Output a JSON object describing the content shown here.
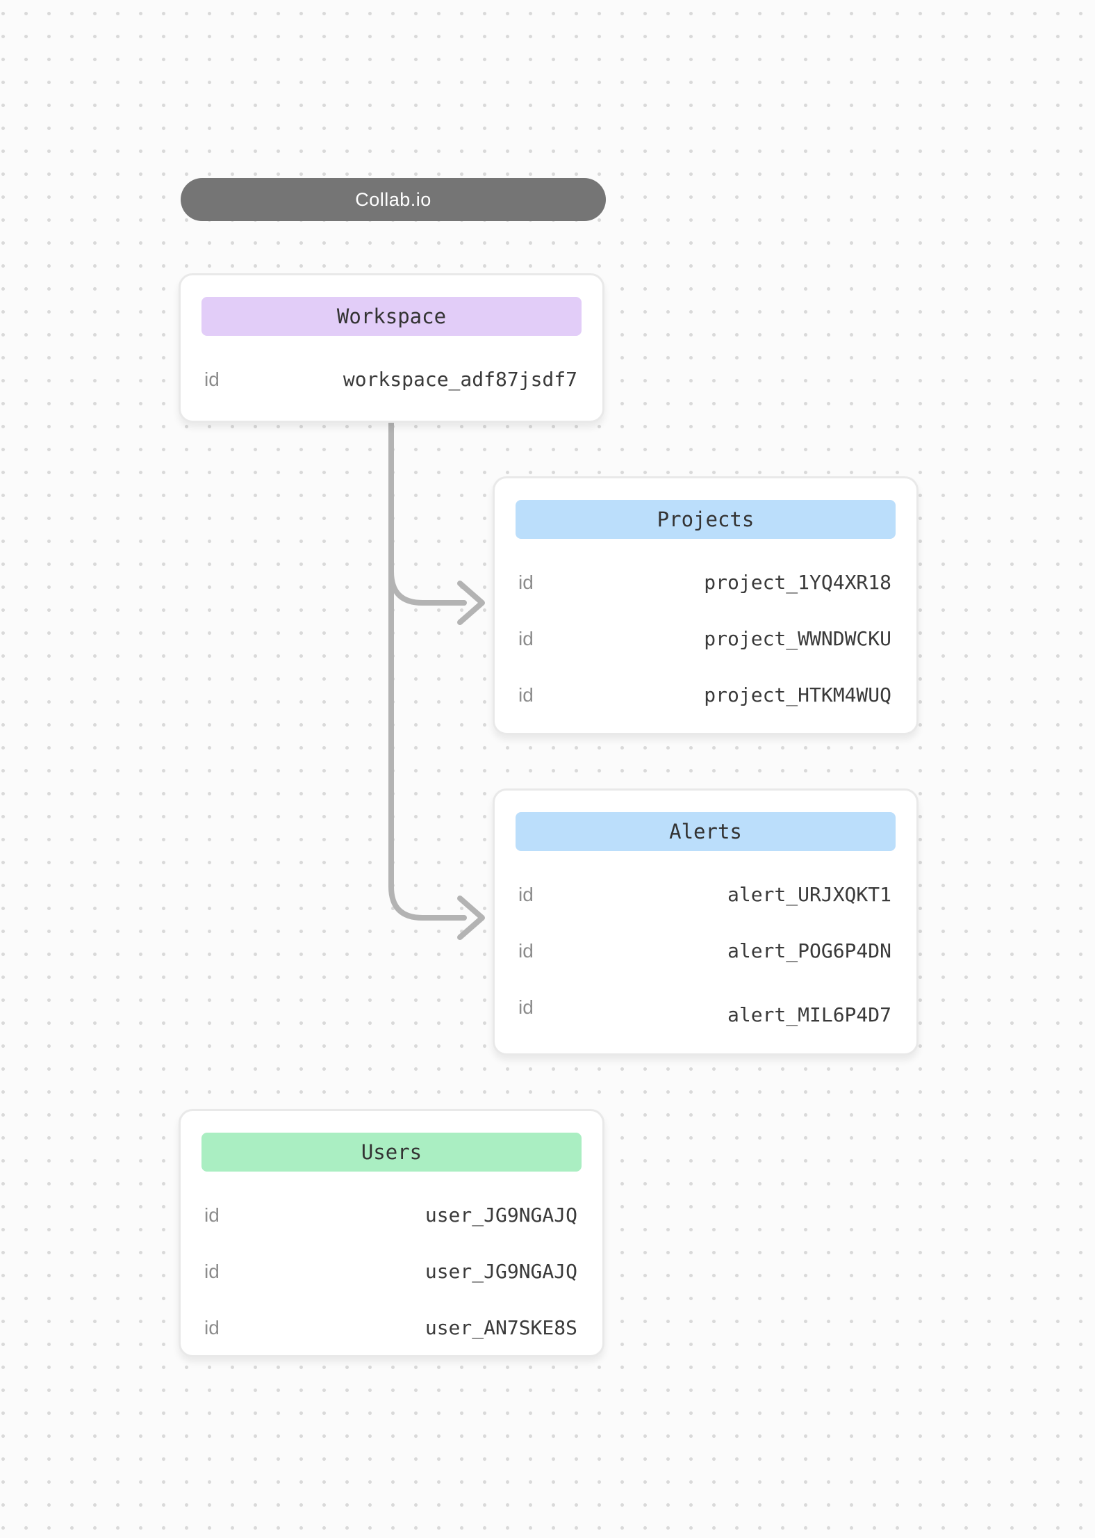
{
  "app": {
    "pill_label": "Collab.io",
    "pill_bg": "#757575"
  },
  "canvas": {
    "background": "#fbfbfb",
    "dot_color": "#d9d9d9",
    "connector_color": "#b3b3b3"
  },
  "cards": {
    "workspace": {
      "title": "Workspace",
      "header_bg": "#e2cdf8",
      "rows": [
        {
          "label": "id",
          "value": "workspace_adf87jsdf7"
        }
      ]
    },
    "projects": {
      "title": "Projects",
      "header_bg": "#bbdefb",
      "rows": [
        {
          "label": "id",
          "value": "project_1YQ4XR18"
        },
        {
          "label": "id",
          "value": "project_WWNDWCKU"
        },
        {
          "label": "id",
          "value": "project_HTKM4WUQ"
        }
      ]
    },
    "alerts": {
      "title": "Alerts",
      "header_bg": "#bbdefb",
      "rows": [
        {
          "label": "id",
          "value": "alert_URJXQKT1"
        },
        {
          "label": "id",
          "value": "alert_POG6P4DN"
        },
        {
          "label": "id",
          "value": "alert_MIL6P4D7"
        }
      ]
    },
    "users": {
      "title": "Users",
      "header_bg": "#aaeec2",
      "rows": [
        {
          "label": "id",
          "value": "user_JG9NGAJQ"
        },
        {
          "label": "id",
          "value": "user_JG9NGAJQ"
        },
        {
          "label": "id",
          "value": "user_AN7SKE8S"
        }
      ]
    }
  },
  "edges": [
    {
      "from": "workspace",
      "to": "projects"
    },
    {
      "from": "workspace",
      "to": "alerts"
    }
  ]
}
